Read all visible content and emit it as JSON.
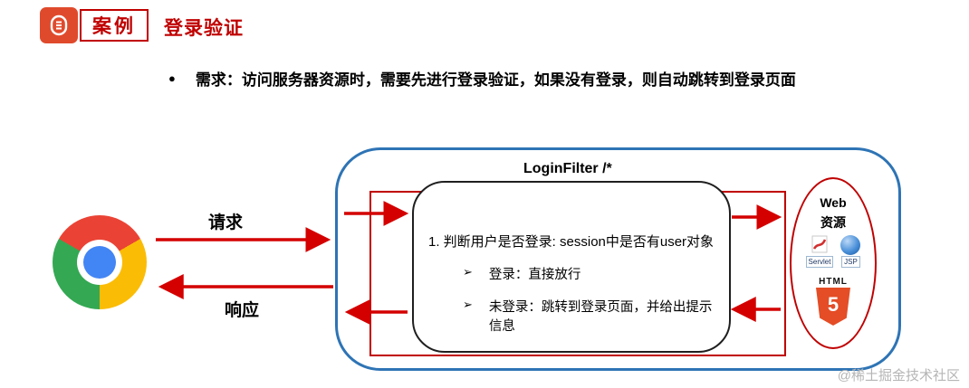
{
  "header": {
    "badge": "案例",
    "title": "登录验证"
  },
  "requirement": {
    "bullet": "●",
    "text": "需求：访问服务器资源时，需要先进行登录验证，如果没有登录，则自动跳转到登录页面"
  },
  "diagram": {
    "request_label": "请求",
    "response_label": "响应",
    "filter_title": "LoginFilter  /*",
    "logic_line1": "1. 判断用户是否登录: session中是否有user对象",
    "logic_items": [
      {
        "bullet": "➢",
        "text": "登录：直接放行"
      },
      {
        "bullet": "➢",
        "text": "未登录：跳转到登录页面，并给出提示信息"
      }
    ],
    "web_resource": {
      "title_line1": "Web",
      "title_line2": "资源",
      "servlet_caption": "Servlet",
      "jsp_caption": "JSP",
      "html_word": "HTML",
      "html_digit": "5"
    }
  },
  "icons": {
    "header_icon": "case-document-icon",
    "browser": "chrome-logo",
    "servlet": "servlet-icon",
    "jsp": "jsp-icon",
    "html5": "html5-shield-icon"
  },
  "colors": {
    "accent_red": "#c00000",
    "arrow_red": "#d40000",
    "filter_border_blue": "#2e74b5",
    "chrome_red": "#ea4335",
    "chrome_yellow": "#fbbc05",
    "chrome_green": "#34a853",
    "chrome_blue": "#4285f4",
    "html5_orange": "#e44d26"
  },
  "watermark": "@稀土掘金技术社区"
}
